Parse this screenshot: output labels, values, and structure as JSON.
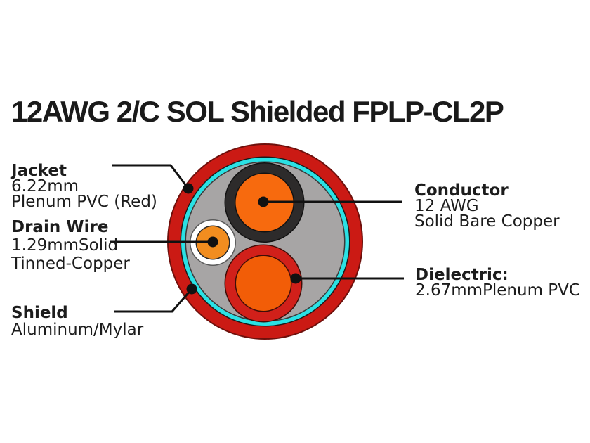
{
  "title": "12AWG 2/C SOL Shielded FPLP-CL2P",
  "labels": {
    "jacket": {
      "heading": "Jacket",
      "lines": [
        "6.22mm",
        "Plenum PVC (Red)"
      ]
    },
    "drain_wire": {
      "heading": "Drain Wire",
      "lines": [
        "1.29mmSolid",
        "Tinned-Copper"
      ]
    },
    "shield": {
      "heading": "Shield",
      "lines": [
        "Aluminum/Mylar"
      ]
    },
    "conductor": {
      "heading": "Conductor",
      "lines": [
        "12 AWG",
        "Solid Bare Copper"
      ]
    },
    "dielectric": {
      "heading": "Dielectric:",
      "lines": [
        "2.67mmPlenum PVC"
      ]
    }
  },
  "colors": {
    "text": "#1c1c1c",
    "jacket_red": "#cb1a14",
    "jacket_outline": "#6e100c",
    "shield_cyan": "#2ae1e4",
    "shield_edge_dark": "#1b1b1b",
    "filler_gray": "#a7a5a5",
    "filler_edge": "#3a3a3a",
    "insulation_black": "#2d2b2b",
    "insulation_outline": "#121212",
    "conductor_orange": "#f76a0e",
    "dielectric_red": "#d1201a",
    "dielectric_edge": "#3f0d08",
    "dielectric_core_orange": "#f25d07",
    "drain_white": "#ffffff",
    "drain_outline": "#5a5a5a",
    "drain_core_edge": "#2a2a2a",
    "drain_orange": "#f28d1f",
    "leader_black": "#111111"
  }
}
